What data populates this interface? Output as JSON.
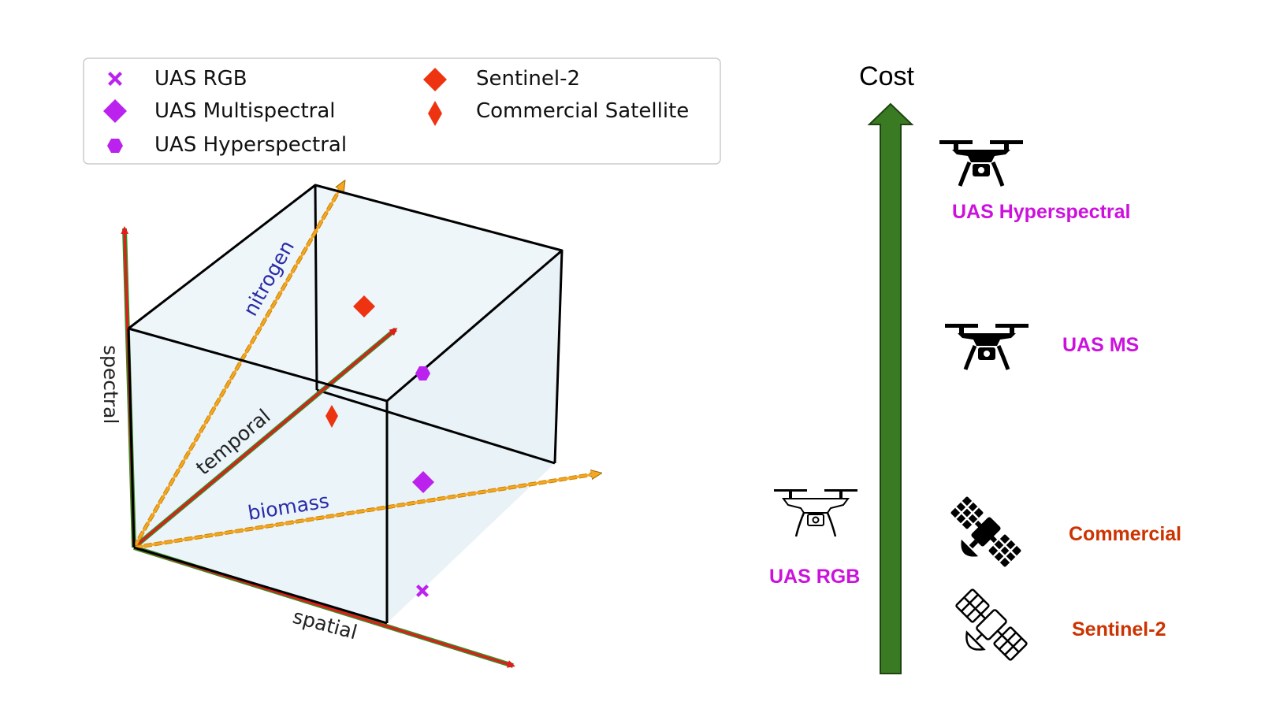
{
  "legend": {
    "items": [
      {
        "label": "UAS RGB",
        "marker": "cross",
        "color": "#bb22ee"
      },
      {
        "label": "UAS Multispectral",
        "marker": "diamond",
        "color": "#bb22ee"
      },
      {
        "label": "UAS Hyperspectral",
        "marker": "hexagon",
        "color": "#bb22ee"
      },
      {
        "label": "Sentinel-2",
        "marker": "diamond",
        "color": "#ee3311"
      },
      {
        "label": "Commercial Satellite",
        "marker": "thin-diamond",
        "color": "#ee3311"
      }
    ]
  },
  "cube": {
    "axis_labels": {
      "spectral": "spectral",
      "temporal": "temporal",
      "spatial": "spatial"
    },
    "dimension_labels": {
      "nitrogen": "nitrogen",
      "biomass": "biomass"
    }
  },
  "cost_scale": {
    "title": "Cost",
    "arrow_color": "#3a7a22",
    "platforms": [
      {
        "label": "UAS Hyperspectral",
        "color": "#cc11dd",
        "icon": "drone-filled-icon"
      },
      {
        "label": "UAS MS",
        "color": "#cc11dd",
        "icon": "drone-filled-icon"
      },
      {
        "label": "UAS RGB",
        "color": "#cc11dd",
        "icon": "drone-outline-icon"
      },
      {
        "label": "Commercial",
        "color": "#cc3300",
        "icon": "satellite-filled-icon"
      },
      {
        "label": "Sentinel-2",
        "color": "#cc3300",
        "icon": "satellite-outline-icon"
      }
    ]
  },
  "colors": {
    "axis_red": "#e41a1c",
    "axis_orange": "#f5a623",
    "cube_fill": "#eef6fa"
  }
}
